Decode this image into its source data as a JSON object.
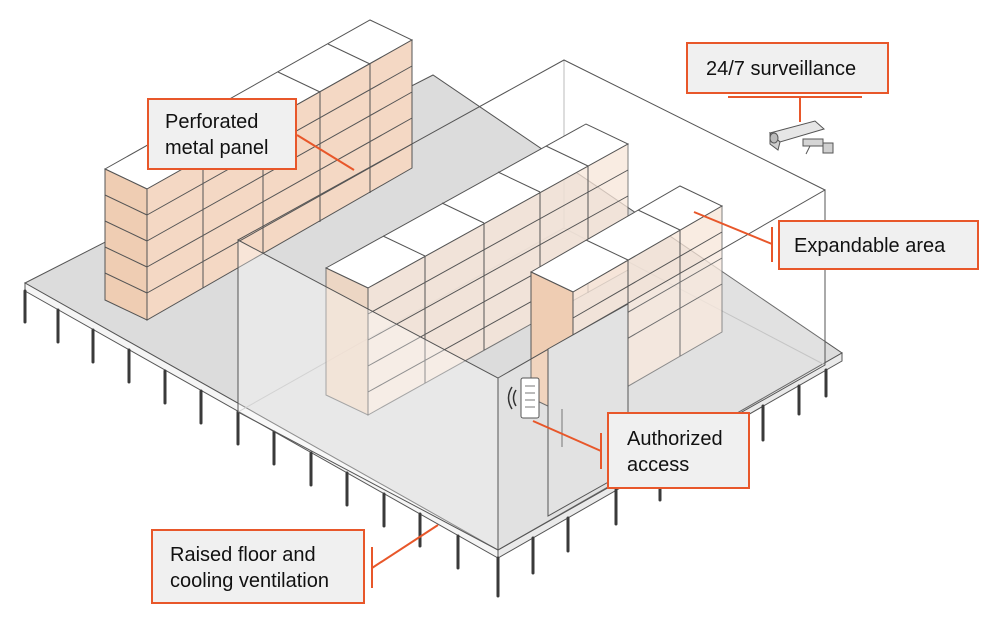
{
  "callouts": {
    "perforated_panel": "Perforated\nmetal panel",
    "surveillance": "24/7 surveillance",
    "expandable_area": "Expandable area",
    "authorized_access": "Authorized\naccess",
    "raised_floor": "Raised floor and\ncooling ventilation"
  },
  "colors": {
    "accent": "#e8572a",
    "cabinet_face": "#f4d8c4",
    "cabinet_side": "#efcdb3",
    "floor": "#dcdcdc",
    "door": "#e2e2e2",
    "callout_bg": "#f0f0f0"
  }
}
